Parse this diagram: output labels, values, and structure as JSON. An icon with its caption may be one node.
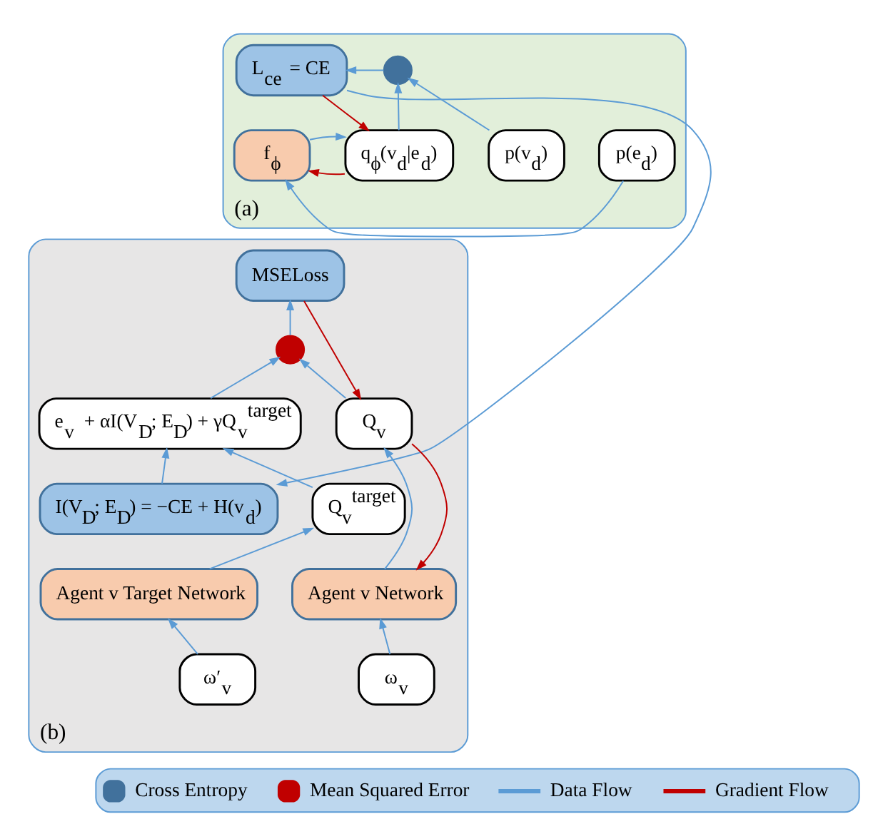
{
  "diagram": {
    "nodes": [
      {
        "text": [
          "(a)"
        ]
      },
      {
        "text": [
          "p(v$_{d}$)"
        ],
        "in": 0
      },
      {
        "text": [],
        "shape": "circle",
        "in": 0
      },
      {
        "text": [
          "L$_{ce}$ = CE"
        ],
        "in": 0
      },
      {
        "text": [
          "p(e$_{d}$)"
        ],
        "in": 0
      },
      {
        "text": [
          "f$_{ϕ}$"
        ],
        "in": 0
      },
      {
        "text": [
          "q$_{ϕ}$(v$_{d}$|e$_{d}$)"
        ],
        "in": 0
      },
      {
        "text": [
          "(b)"
        ]
      },
      {
        "text": [
          "MSELoss"
        ],
        "in": 7
      },
      {
        "text": [
          "I(V$_{D}$; E$_{D}$) = −CE + H(v$_{d}$)"
        ],
        "in": 7
      },
      {
        "text": [],
        "shape": "circle",
        "in": 7
      },
      {
        "text": [
          "Q$_{v}$"
        ],
        "in": 7
      },
      {
        "text": [
          "e$_{v}$ + αI(V$_{D}$; E$_{D}$) + γQ$_{v}$$^{target}$"
        ],
        "in": 7
      },
      {
        "text": [
          "Q$_{v}$$^{target}$"
        ],
        "in": 7
      },
      {
        "text": [
          "Agent v Network"
        ],
        "in": 7
      },
      {
        "text": [
          "Agent v Target Network"
        ],
        "in": 7
      },
      {
        "text": [
          "ω$_{v}$"
        ],
        "in": 7
      },
      {
        "text": [
          "ω′$_{v}$"
        ],
        "in": 7
      }
    ],
    "edges": [
      {
        "from": 1,
        "to": 2,
        "arrow": "to"
      },
      {
        "from": 6,
        "to": 2,
        "arrow": "to"
      },
      {
        "from": 2,
        "to": 3,
        "arrow": "to"
      },
      {
        "from": 4,
        "to": 5,
        "arrow": "to"
      },
      {
        "from": 5,
        "to": 6,
        "arrow": "to"
      },
      {
        "from": 6,
        "to": 5,
        "arrow": "to",
        "color": "#c00000"
      },
      {
        "from": 3,
        "to": 6,
        "arrow": "to",
        "color": "#c00000"
      },
      {
        "from": 3,
        "to": 9,
        "arrow": "to"
      },
      {
        "from": 9,
        "to": 12,
        "arrow": "to"
      },
      {
        "from": 12,
        "to": 10,
        "arrow": "to"
      },
      {
        "from": 11,
        "to": 10,
        "arrow": "to"
      },
      {
        "from": 10,
        "to": 8,
        "arrow": "to"
      },
      {
        "from": 8,
        "to": 11,
        "arrow": "to",
        "color": "#c00000"
      },
      {
        "from": 11,
        "to": 14,
        "arrow": "to",
        "color": "#c00000"
      },
      {
        "from": 14,
        "to": 11,
        "arrow": "to"
      },
      {
        "from": 13,
        "to": 12,
        "arrow": "to"
      },
      {
        "from": 15,
        "to": 13,
        "arrow": "to"
      },
      {
        "from": 16,
        "to": 14,
        "arrow": "to"
      },
      {
        "from": 17,
        "to": 15,
        "arrow": "to"
      }
    ],
    "legend": [
      {
        "text": "Cross Entropy"
      },
      {
        "text": "Mean Squared Error"
      },
      {
        "text": "Data Flow"
      },
      {
        "text": "Gradient Flow"
      }
    ]
  }
}
